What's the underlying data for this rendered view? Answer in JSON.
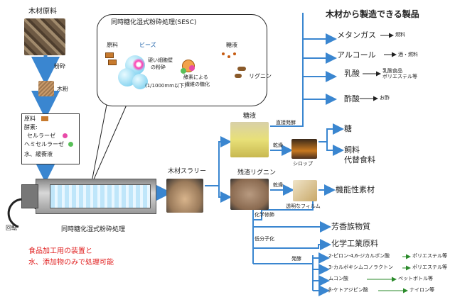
{
  "left": {
    "raw_material": "木材原料",
    "crush": "粉砕",
    "wood_powder": "木粉",
    "inputs": {
      "raw": "原料",
      "enzyme": "酵素:",
      "cellulase": "セルラーゼ",
      "hemicellulase": "ヘミセルラーゼ",
      "water": "水、緩衝液"
    },
    "rotation": "回転",
    "machine_label": "同時糖化湿式粉砕処理",
    "note_line1": "食品加工用の装置と",
    "note_line2": "水、添加物のみで処理可能"
  },
  "bubble": {
    "title": "同時糖化湿式粉砕処理(SESC)",
    "raw": "原料",
    "bead": "ビーズ",
    "crush_line1": "硬い細胞壁",
    "crush_line2": "の粉砕",
    "crush_line3": "(1/1000mm以下)",
    "enzyme_line1": "酵素による",
    "enzyme_line2": "繊維の糖化",
    "sugar": "糖液",
    "lignin": "リグニン"
  },
  "middle": {
    "slurry": "木材スラリー",
    "sugar_liquid": "糖液",
    "residue_lignin": "残渣リグニン",
    "direct_ferment": "直接発酵",
    "dry1": "乾燥",
    "syrup": "シロップ",
    "dry2": "乾燥",
    "film": "透明なフィルム",
    "chem_mod": "化学修飾",
    "low_mol": "低分子化",
    "ferment": "発酵"
  },
  "right": {
    "products_title": "木材から製造できる製品",
    "items": [
      {
        "name": "メタンガス",
        "use": "燃料"
      },
      {
        "name": "アルコール",
        "use": "酒・燃料"
      },
      {
        "name": "乳酸",
        "use": "乳酸食品\nポリエステル等"
      },
      {
        "name": "酢酸",
        "use": "お酢"
      }
    ],
    "sugar_product": "糖",
    "feed_line1": "飼料",
    "feed_line2": "代替食料",
    "functional": "機能性素材",
    "aromatic": "芳香族物質",
    "chem_title": "化学工業原料",
    "chem_items": [
      {
        "name": "2-ピロン-4,6-ジカルボン酸",
        "use": "ポリエステル等"
      },
      {
        "name": "3-カルボキシムコノラクトン",
        "use": "ポリエステル等"
      },
      {
        "name": "ムコン酸",
        "use": "ペットボトル等"
      },
      {
        "name": "β-ケトアジピン酸",
        "use": "ナイロン等"
      }
    ]
  }
}
